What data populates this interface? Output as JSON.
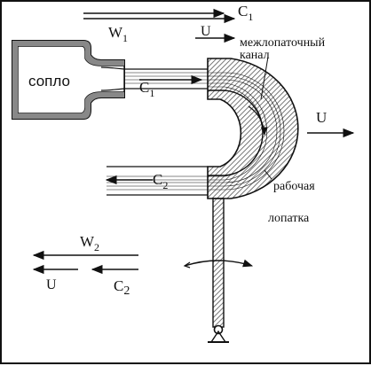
{
  "labels": {
    "w1_main": "W",
    "w1_sub": "1",
    "c1_top_main": "C",
    "c1_top_sub": "1",
    "u_top": "U",
    "nozzle": "сопло",
    "c1_jet_main": "C",
    "c1_jet_sub": "1",
    "channel_line1": "межлопаточный",
    "channel_line2": "канал",
    "u_right": "U",
    "c2_jet_main": "C",
    "c2_jet_sub": "2",
    "blade_line1": "рабочая",
    "blade_line2": "лопатка",
    "w2_main": "W",
    "w2_sub": "2",
    "u_bottom": "U",
    "c2_bottom_main": "C",
    "c2_bottom_sub": "2"
  },
  "colors": {
    "ink": "#111111",
    "background": "#ffffff",
    "hatch": "#555555"
  }
}
